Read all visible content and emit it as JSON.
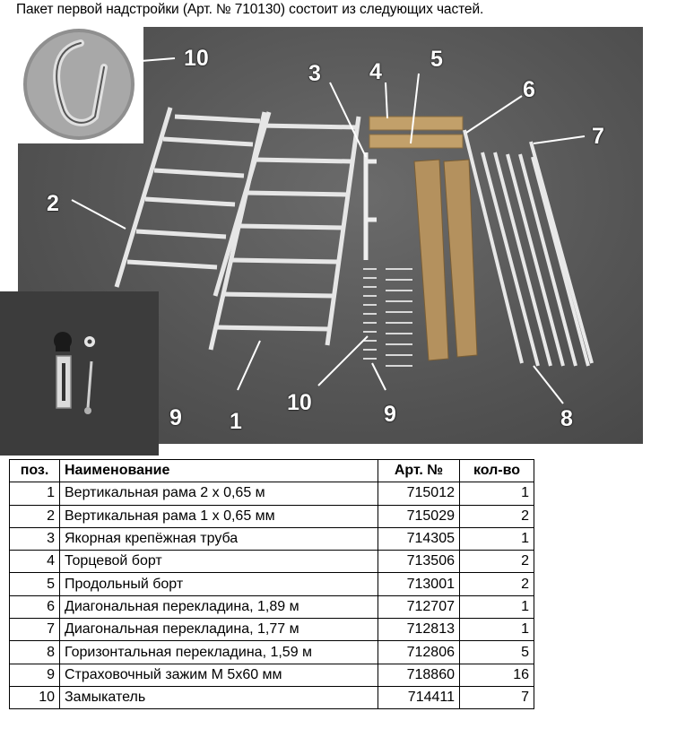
{
  "caption": "Пакет первой надстройки (Арт. № 710130) состоит из следующих частей.",
  "callouts": [
    "10",
    "2",
    "3",
    "4",
    "5",
    "6",
    "7",
    "1",
    "10",
    "9",
    "9",
    "8"
  ],
  "table": {
    "headers": [
      "поз.",
      "Наименование",
      "Арт. №",
      "кол-во"
    ],
    "rows": [
      {
        "pos": "1",
        "name": "Вертикальная рама 2 х 0,65 м",
        "art": "715012",
        "qty": "1"
      },
      {
        "pos": "2",
        "name": "Вертикальная рама 1 х 0,65 мм",
        "art": "715029",
        "qty": "2"
      },
      {
        "pos": "3",
        "name": "Якорная крепёжная труба",
        "art": "714305",
        "qty": "1"
      },
      {
        "pos": "4",
        "name": "Торцевой борт",
        "art": "713506",
        "qty": "2"
      },
      {
        "pos": "5",
        "name": "Продольный борт",
        "art": "713001",
        "qty": "2"
      },
      {
        "pos": "6",
        "name": "Диагональная перекладина, 1,89 м",
        "art": "712707",
        "qty": "1"
      },
      {
        "pos": "7",
        "name": "Диагональная перекладина, 1,77 м",
        "art": "712813",
        "qty": "1"
      },
      {
        "pos": "8",
        "name": "Горизонтальная перекладина, 1,59 м",
        "art": "712806",
        "qty": "5"
      },
      {
        "pos": "9",
        "name": "Страховочный зажим М 5х60 мм",
        "art": "718860",
        "qty": "16"
      },
      {
        "pos": "10",
        "name": "Замыкатель",
        "art": "714411",
        "qty": "7"
      }
    ]
  }
}
